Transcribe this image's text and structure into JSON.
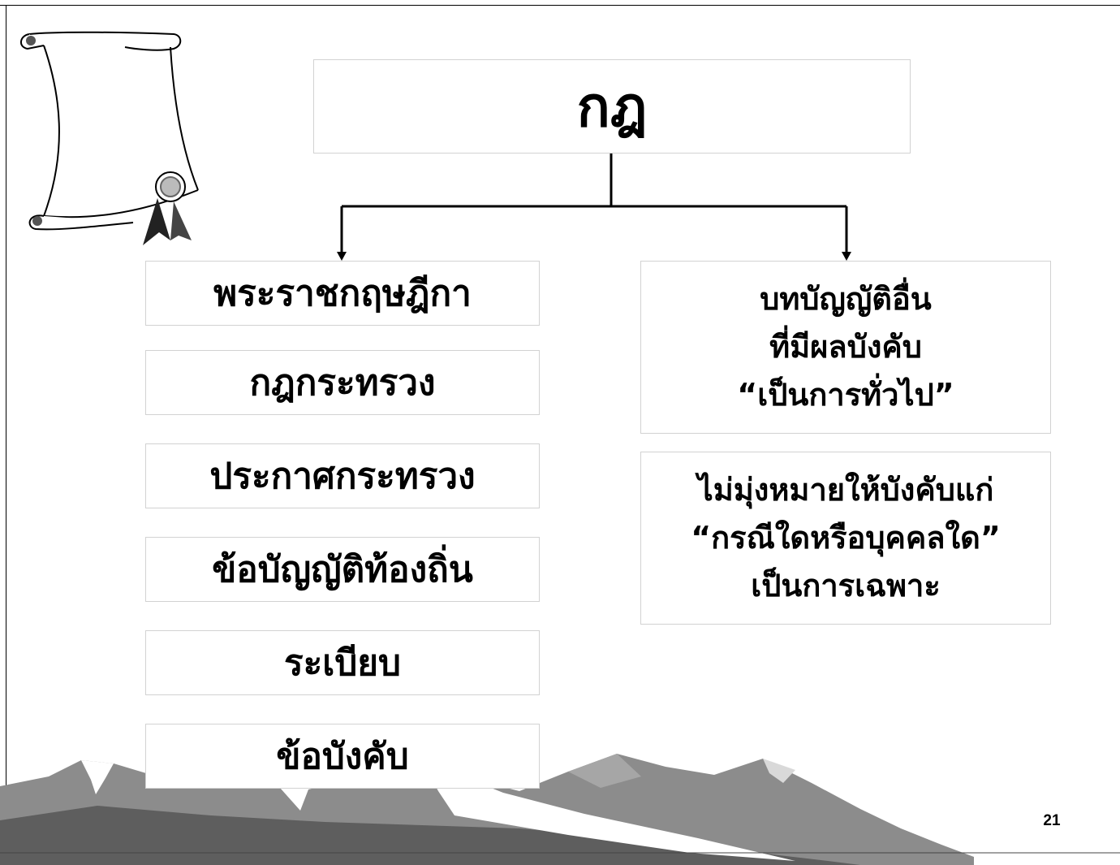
{
  "title": "กฎ",
  "left_items": [
    "พระราชกฤษฎีกา",
    "กฎกระทรวง",
    "ประกาศกระทรวง",
    "ข้อบัญญัติท้องถิ่น",
    "ระเบียบ",
    "ข้อบังคับ"
  ],
  "right_top": {
    "line1": "บทบัญญัติอื่น",
    "line2": "ที่มีผลบังคับ",
    "line3": "“เป็นการทั่วไป”"
  },
  "right_bottom": {
    "line1": "ไม่มุ่งหมายให้บังคับแก่",
    "line2": "“กรณีใดหรือบุคคลใด”",
    "line3": "เป็นการเฉพาะ"
  },
  "page_number": "21"
}
